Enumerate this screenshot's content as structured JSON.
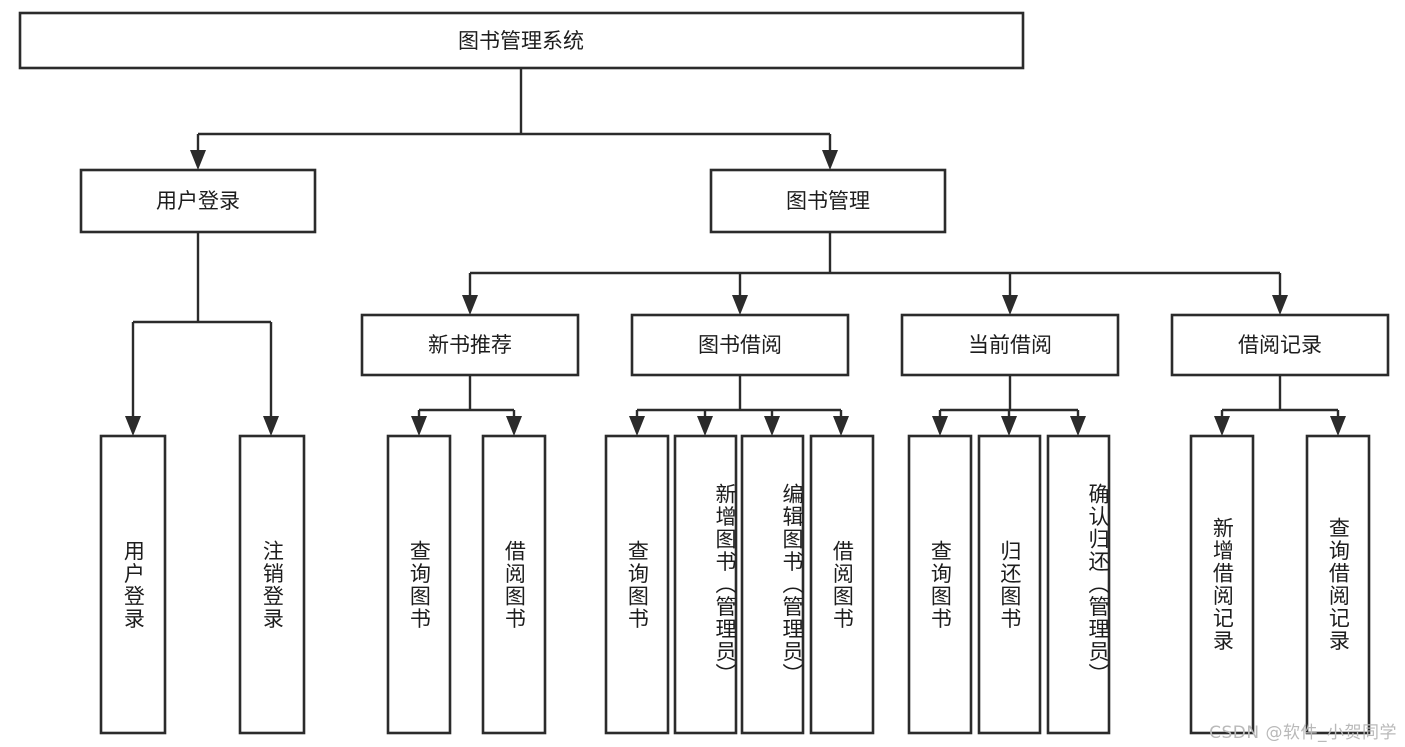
{
  "diagram": {
    "title": "图书管理系统",
    "type": "tree",
    "watermark": "CSDN @软件_小贺同学",
    "colors": {
      "box_stroke": "#2b2b2b",
      "box_fill": "#ffffff",
      "text": "#1d1d1d",
      "background": "#ffffff",
      "watermark": "#b9b9b9"
    },
    "levels": {
      "root": {
        "label": "图书管理系统"
      },
      "level2": [
        {
          "label": "用户登录"
        },
        {
          "label": "图书管理"
        }
      ],
      "level3": [
        {
          "label": "新书推荐"
        },
        {
          "label": "图书借阅"
        },
        {
          "label": "当前借阅"
        },
        {
          "label": "借阅记录"
        }
      ],
      "leaves": [
        {
          "label": "用户登录",
          "parent": "用户登录"
        },
        {
          "label": "注销登录",
          "parent": "用户登录"
        },
        {
          "label": "查询图书",
          "parent": "新书推荐"
        },
        {
          "label": "借阅图书",
          "parent": "新书推荐"
        },
        {
          "label": "查询图书",
          "parent": "图书借阅"
        },
        {
          "label": "新增图书（管理员）",
          "parent": "图书借阅"
        },
        {
          "label": "编辑图书（管理员）",
          "parent": "图书借阅"
        },
        {
          "label": "借阅图书",
          "parent": "图书借阅"
        },
        {
          "label": "查询图书",
          "parent": "当前借阅"
        },
        {
          "label": "归还图书",
          "parent": "当前借阅"
        },
        {
          "label": "确认归还（管理员）",
          "parent": "当前借阅"
        },
        {
          "label": "新增借阅记录",
          "parent": "借阅记录"
        },
        {
          "label": "查询借阅记录",
          "parent": "借阅记录"
        }
      ]
    }
  }
}
